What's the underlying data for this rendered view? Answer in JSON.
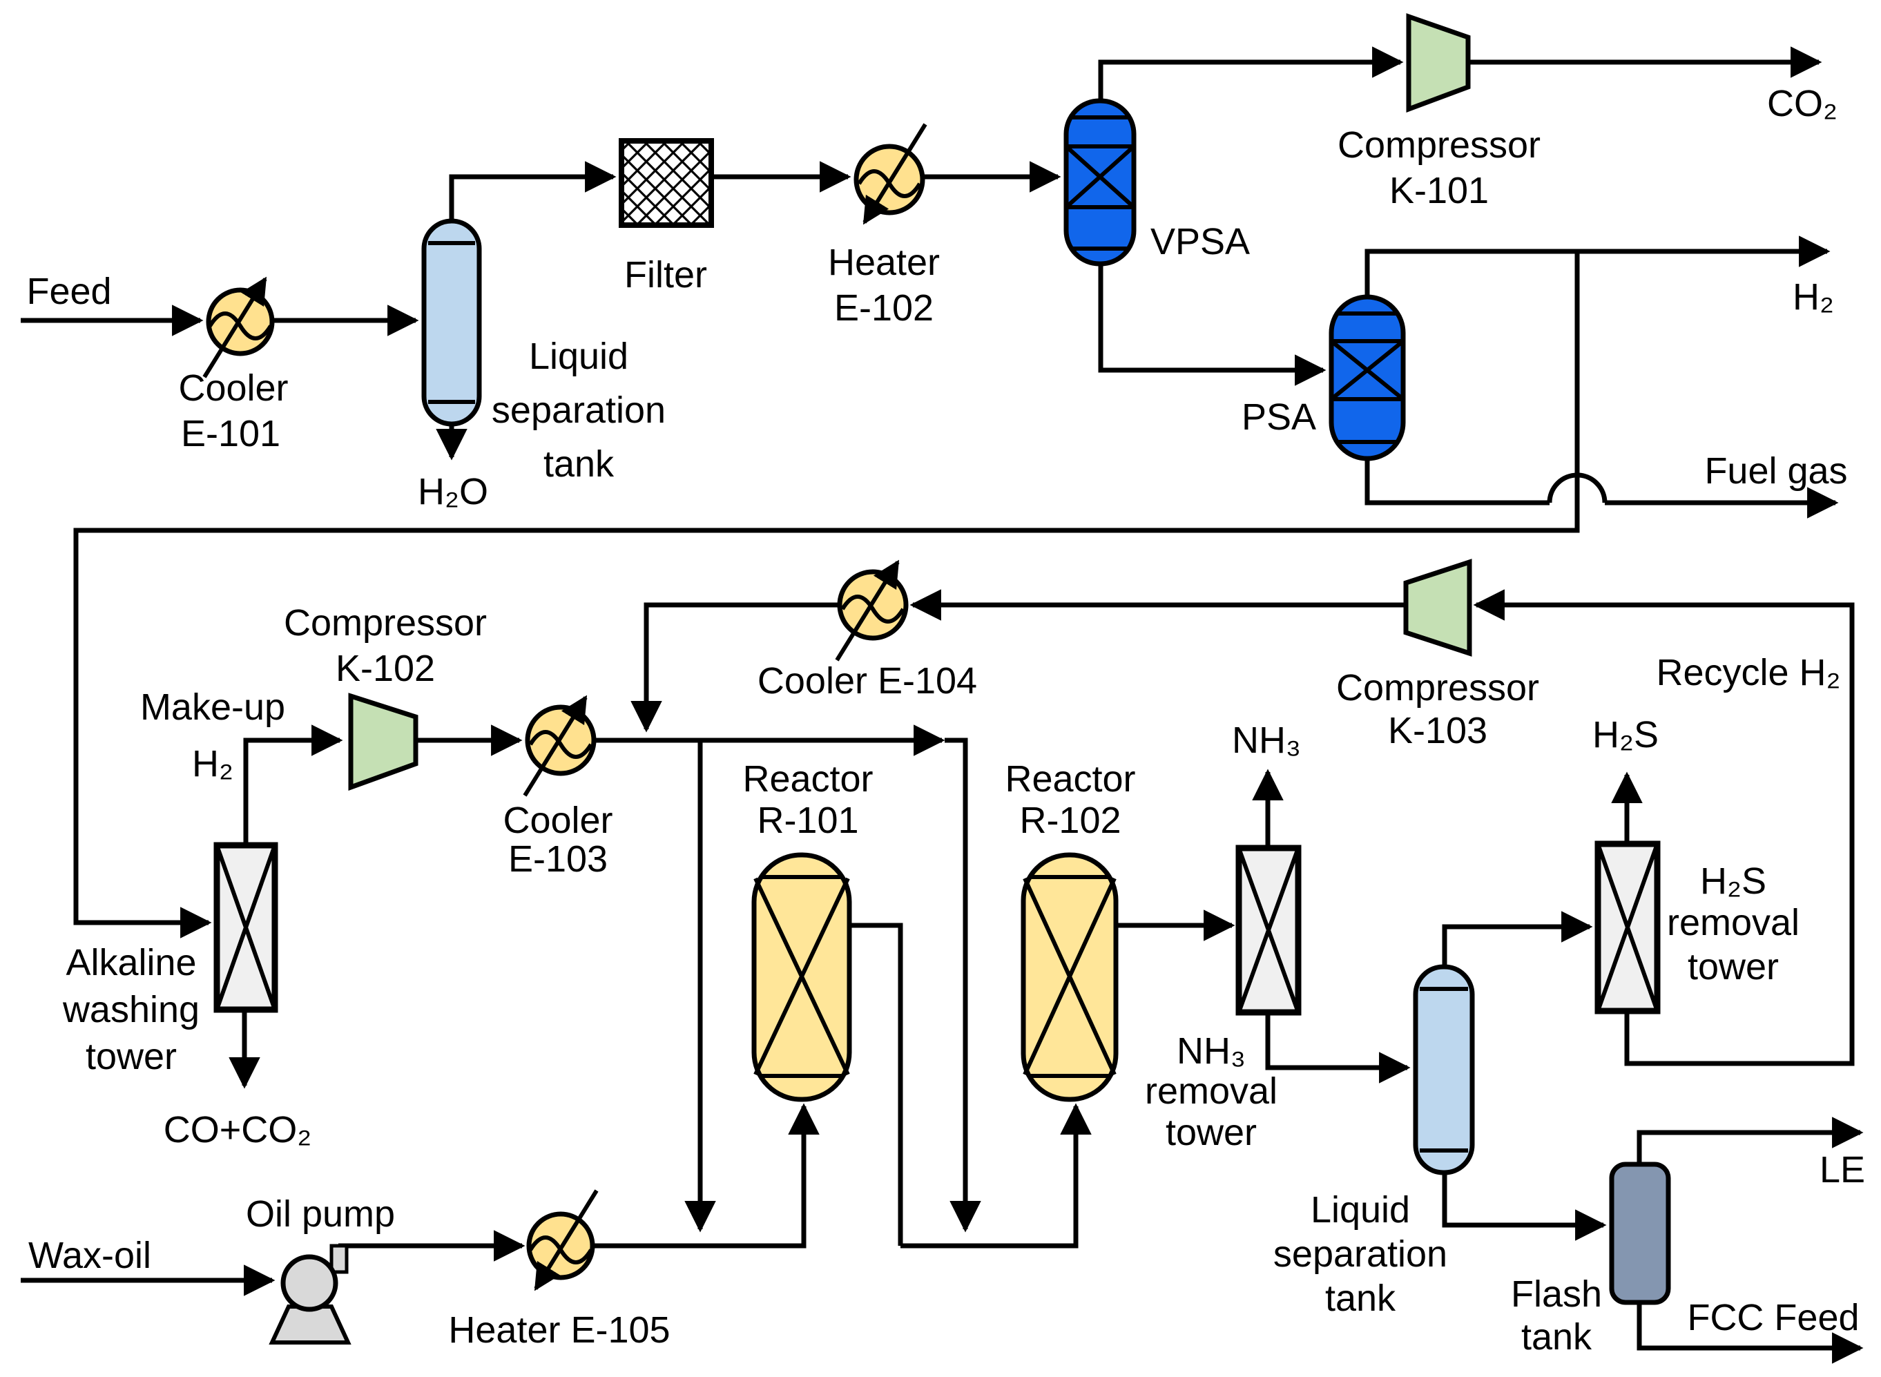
{
  "colors": {
    "background": "#FFFFFF",
    "line": "#000000",
    "exchanger_fill": "#FFE18F",
    "compressor_fill": "#C5E0B4",
    "adsorber_fill": "#1166EB",
    "tank_fill": "#BDD7EE",
    "reactor_fill": "#FFE699",
    "tower_fill": "#F0F0F0",
    "pump_fill": "#D9D9D9",
    "flash_fill": "#8496B0"
  },
  "streams": {
    "feed": "Feed",
    "h2o": "H₂O",
    "co2": "CO₂",
    "h2": "H₂",
    "fuel_gas": "Fuel gas",
    "makeup_line1": "Make-up",
    "makeup_line2": "H₂",
    "co_plus_co2": "CO+CO₂",
    "nh3": "NH₃",
    "h2s": "H₂S",
    "recycle_h2": "Recycle H₂",
    "wax_oil": "Wax-oil",
    "le": "LE",
    "fcc_feed": "FCC Feed"
  },
  "equipment": {
    "cooler_e101": {
      "lines": [
        "Cooler",
        "E-101"
      ]
    },
    "sep_tank_1": {
      "lines": [
        "Liquid",
        "separation",
        "tank"
      ]
    },
    "filter": {
      "lines": [
        "Filter"
      ]
    },
    "heater_e102": {
      "lines": [
        "Heater",
        "E-102"
      ]
    },
    "vpsa": {
      "lines": [
        "VPSA"
      ]
    },
    "psa": {
      "lines": [
        "PSA"
      ]
    },
    "compressor_k101": {
      "lines": [
        "Compressor",
        "K-101"
      ]
    },
    "compressor_k102": {
      "lines": [
        "Compressor",
        "K-102"
      ]
    },
    "cooler_e103": {
      "lines": [
        "Cooler",
        "E-103"
      ]
    },
    "cooler_e104": {
      "lines": [
        "Cooler E-104"
      ]
    },
    "compressor_k103": {
      "lines": [
        "Compressor",
        "K-103"
      ]
    },
    "alkaline_tower": {
      "lines": [
        "Alkaline",
        "washing",
        "tower"
      ]
    },
    "reactor_r101": {
      "lines": [
        "Reactor",
        "R-101"
      ]
    },
    "reactor_r102": {
      "lines": [
        "Reactor",
        "R-102"
      ]
    },
    "nh3_tower": {
      "lines": [
        "NH₃",
        "removal",
        "tower"
      ]
    },
    "h2s_tower": {
      "lines": [
        "H₂S",
        "removal",
        "tower"
      ]
    },
    "sep_tank_2": {
      "lines": [
        "Liquid",
        "separation",
        "tank"
      ]
    },
    "flash_tank": {
      "lines": [
        "Flash",
        "tank"
      ]
    },
    "oil_pump": {
      "lines": [
        "Oil pump"
      ]
    },
    "heater_e105": {
      "lines": [
        "Heater E-105"
      ]
    }
  }
}
